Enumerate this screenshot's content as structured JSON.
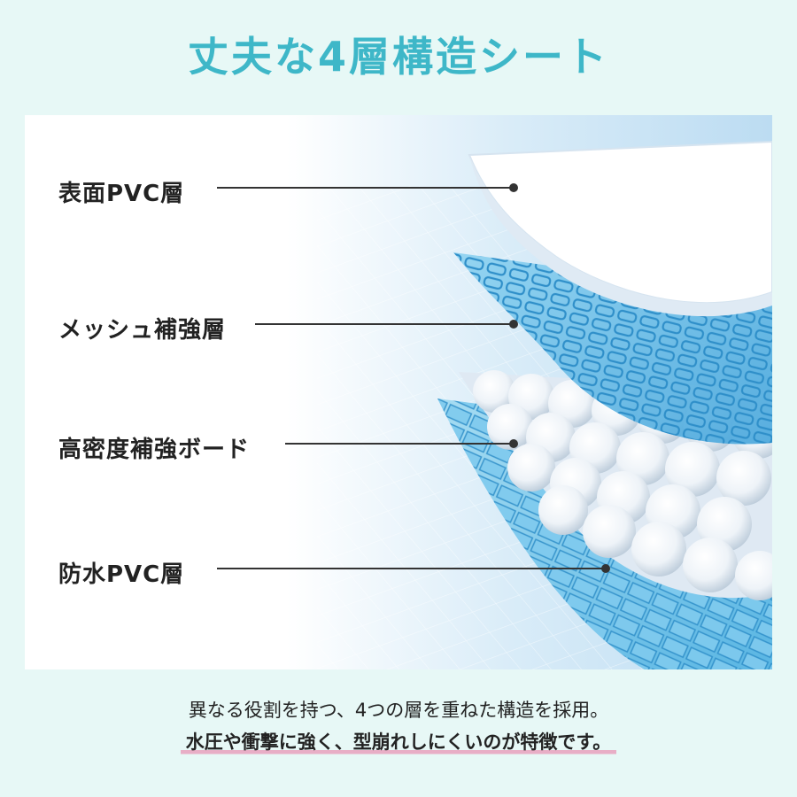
{
  "title": "丈夫な4層構造シート",
  "colors": {
    "title": "#3eb7c8",
    "background": "#e7f8f6",
    "accent_underline": "#e8aec6"
  },
  "layers": [
    {
      "label": "表面PVC層"
    },
    {
      "label": "メッシュ補強層"
    },
    {
      "label": "高密度補強ボード"
    },
    {
      "label": "防水PVC層"
    }
  ],
  "caption": {
    "line1": "異なる役割を持つ、4つの層を重ねた構造を採用。",
    "line2": "水圧や衝撃に強く、型崩れしにくいのが特徴です。"
  }
}
